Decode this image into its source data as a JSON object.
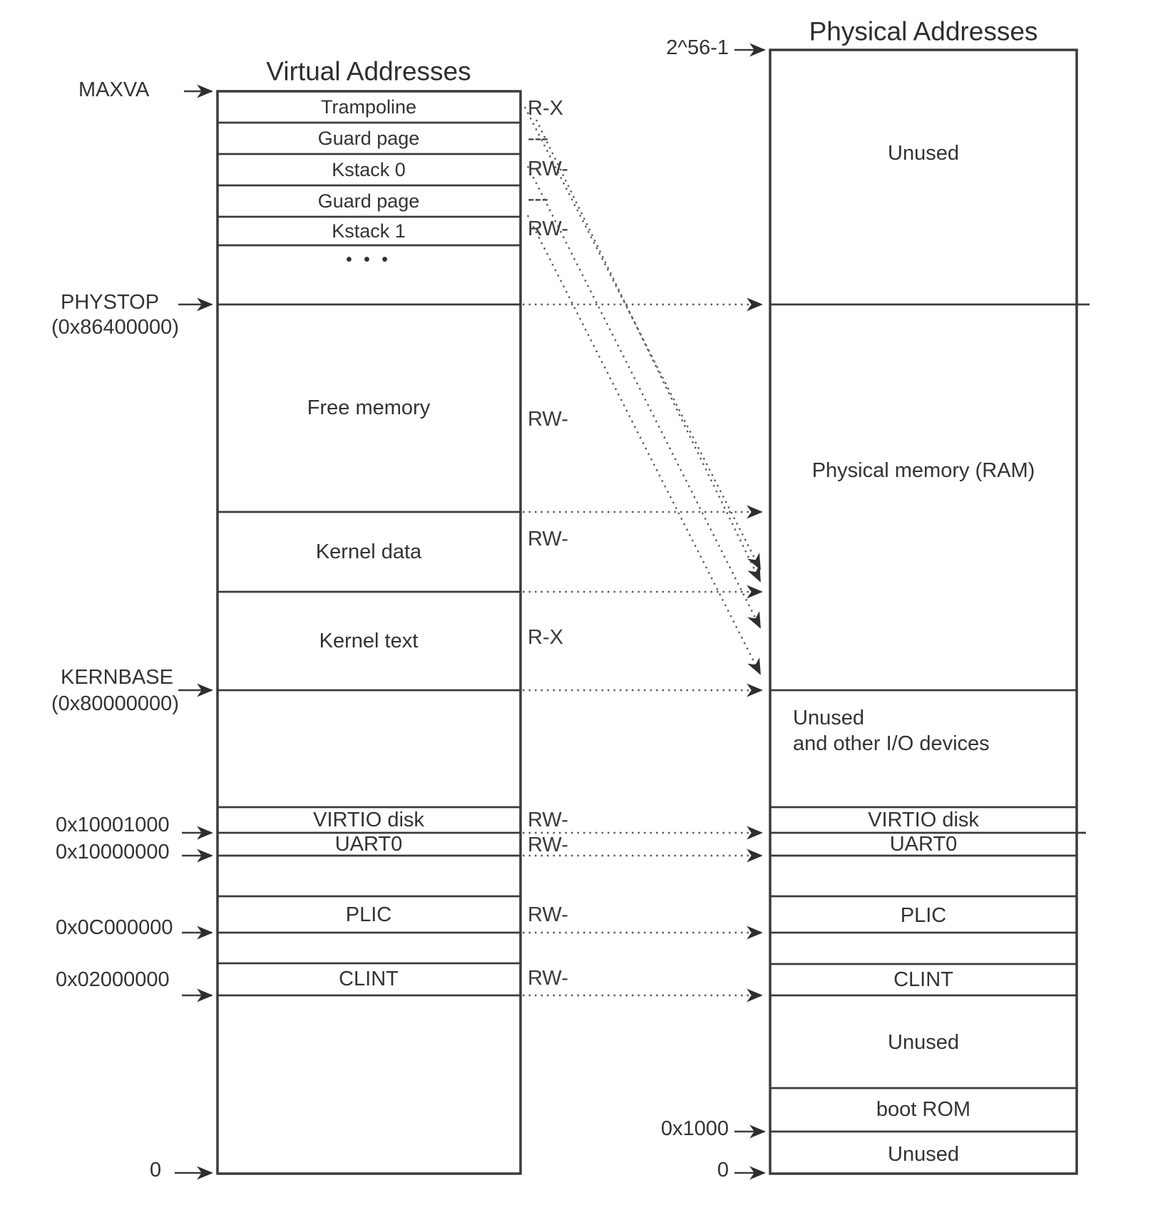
{
  "titles": {
    "virtual": "Virtual Addresses",
    "physical": "Physical Addresses"
  },
  "virtual_column": {
    "trampoline": "Trampoline",
    "guard_page_1": "Guard page",
    "kstack0": "Kstack 0",
    "guard_page_2": "Guard page",
    "kstack1": "Kstack 1",
    "ellipsis": "• • •",
    "free_memory": "Free memory",
    "kernel_data": "Kernel data",
    "kernel_text": "Kernel text",
    "virtio_disk": "VIRTIO disk",
    "uart0": "UART0",
    "plic": "PLIC",
    "clint": "CLINT"
  },
  "physical_column": {
    "unused_top": "Unused",
    "ram": "Physical memory (RAM)",
    "unused_io_line1": "Unused",
    "unused_io_line2": "and other I/O devices",
    "virtio_disk": "VIRTIO disk",
    "uart0": "UART0",
    "plic": "PLIC",
    "clint": "CLINT",
    "unused_mid": "Unused",
    "boot_rom": "boot ROM",
    "unused_bottom": "Unused"
  },
  "addresses": {
    "maxva": "MAXVA",
    "phystop_name": "PHYSTOP",
    "phystop_hex": "(0x86400000)",
    "kernbase_name": "KERNBASE",
    "kernbase_hex": "(0x80000000)",
    "virtio": "0x10001000",
    "uart0": "0x10000000",
    "plic": "0x0C000000",
    "clint": "0x02000000",
    "virtual_zero": "0",
    "phys_top": "2^56-1",
    "boot_rom": "0x1000",
    "phys_zero": "0"
  },
  "permissions": {
    "trampoline": "R-X",
    "guard_page_1": "---",
    "kstack0": "RW-",
    "guard_page_2": "---",
    "kstack1": "RW-",
    "free_memory": "RW-",
    "kernel_data": "RW-",
    "kernel_text": "R-X",
    "virtio_disk": "RW-",
    "uart0": "RW-",
    "plic": "RW-",
    "clint": "RW-"
  },
  "colors": {
    "line": "#3b3b3b",
    "text": "#333333",
    "background": "#ffffff"
  }
}
